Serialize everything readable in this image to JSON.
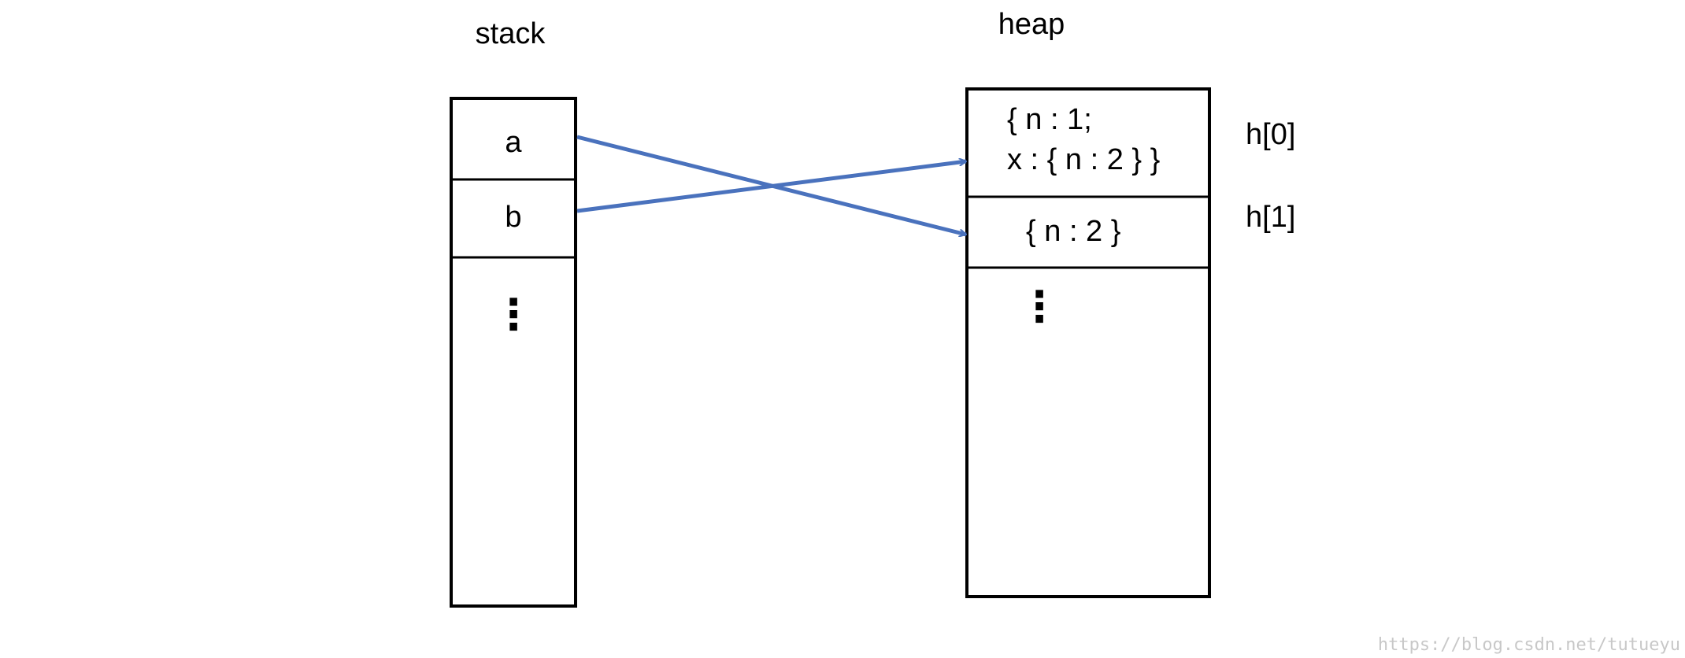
{
  "stack": {
    "title": "stack",
    "cells": [
      "a",
      "b"
    ],
    "ellipsis": "⋮"
  },
  "heap": {
    "title": "heap",
    "cells": [
      {
        "lines": [
          "{ n : 1;",
          "x : { n : 2 } }"
        ],
        "index_label": "h[0]"
      },
      {
        "lines": [
          "{ n : 2 }"
        ],
        "index_label": "h[1]"
      }
    ],
    "ellipsis": "⋮"
  },
  "references": [
    {
      "from": "a",
      "to": "h[1]"
    },
    {
      "from": "b",
      "to": "h[0]"
    }
  ],
  "colors": {
    "arrow": "#4a72bd",
    "outline": "#000000",
    "watermark": "#c8c8c8"
  },
  "watermark": "https://blog.csdn.net/tutueyu"
}
